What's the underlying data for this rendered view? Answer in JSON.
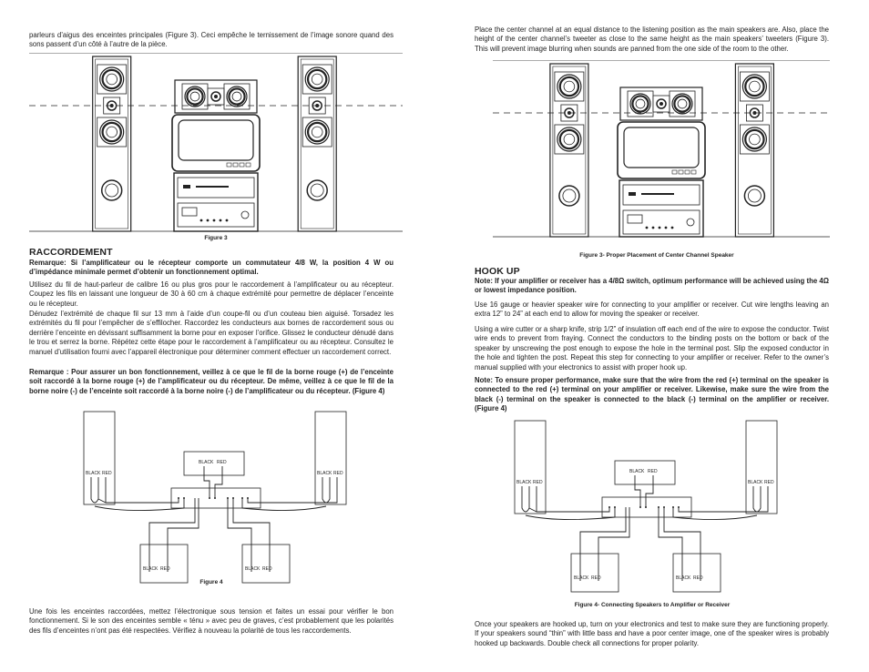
{
  "left": {
    "intro": "parleurs d’aigus des enceintes principales (Figure 3). Ceci empêche le ternissement de l’image sonore quand des sons passent d’un côté à l’autre de la pièce.",
    "fig3_caption": "Figure 3",
    "heading": "RACCORDEMENT",
    "note": "Remarque: Si l’amplificateur ou le récepteur comporte un commutateur 4/8 W, la position 4 W ou d’impédance minimale permet d’obtenir un fonctionnement optimal.",
    "p1": "Utilisez du fil de haut-parleur de calibre 16 ou plus gros pour le raccordement à l’amplificateur ou au récepteur. Coupez les fils en laissant une longueur de 30 à 60 cm à chaque extrémité pour permettre de déplacer l’enceinte ou le récepteur.",
    "p2": "Dénudez l’extrémité de chaque fil sur 13 mm à l’aide d’un coupe-fil ou d’un couteau bien aiguisé. Torsadez les extrémités du fil pour l’empêcher de s’effilocher. Raccordez les conducteurs aux bornes de raccordement sous ou derrière l’enceinte en dévissant suffisamment la borne pour en exposer l’orifice. Glissez le conducteur dénudé dans le trou et serrez la borne. Répétez cette étape pour le raccordement à l’amplificateur ou au récepteur. Consultez le manuel d’utilisation fourni avec l’appareil électronique pour déterminer comment effectuer un raccordement correct.",
    "remark2": "Remarque : Pour assurer un bon fonctionnement, veillez à ce que le fil de la borne rouge (+) de l’enceinte soit raccordé à la borne rouge (+) de l’amplificateur ou du récepteur. De même, veillez à ce que le fil de la borne noire (-) de l’enceinte soit raccordé à la borne noire (-) de l’amplificateur ou du récepteur. (Figure 4)",
    "fig4_caption": "Figure 4",
    "p3": "Une fois les enceintes raccordées, mettez l’électronique sous tension et faites un essai pour vérifier le bon fonctionnement. Si le son des enceintes semble « ténu » avec peu de graves, c’est probablement que les polarités des fils d’enceintes n’ont pas été respectées. Vérifiez à nouveau la polarité de tous les raccordements."
  },
  "right": {
    "intro": "Place the center channel at an equal distance to the listening position as the main speakers are. Also, place the height of the center channel’s tweeter as close to the same height as the main speakers’ tweeters (Figure 3). This will prevent image blurring when sounds are panned from the one side of the room to the other.",
    "fig3_caption": "Figure 3- Proper Placement of Center Channel Speaker",
    "heading": "HOOK UP",
    "note": "Note: If your amplifier or receiver has a 4/8Ω switch, optimum performance will be achieved using the 4Ω or lowest impedance position.",
    "p1": "Use 16 gauge or heavier speaker wire for connecting to your amplifier or receiver. Cut wire lengths leaving an extra 12” to 24” at each end to allow for moving the speaker or receiver.",
    "p2": "Using a wire cutter or a sharp knife, strip 1/2” of insulation off each end of the wire to expose the conductor. Twist wire ends to prevent from fraying. Connect the conductors to the binding posts on the bottom or back of the speaker by unscrewing the post enough to expose the hole in the terminal post. Slip the exposed conductor in the hole and tighten the post. Repeat this step for connecting to your amplifier or receiver. Refer to the owner’s manual supplied with your electronics to assist with proper hook up.",
    "remark2": "Note: To ensure proper performance, make sure that the wire from the red (+) terminal on the speaker is connected to the red (+) terminal on your amplifier or receiver. Likewise, make sure the wire from the black (-) terminal on the speaker is connected to the black (-) terminal on the amplifier or receiver. (Figure 4)",
    "fig4_caption": "Figure 4- Connecting Speakers to Amplifier or Receiver",
    "p3": "Once your speakers are hooked up, turn on your electronics and test to make sure they are functioning properly. If your speakers sound “thin” with little bass and have a poor center image, one of the speaker wires is probably hooked up backwards. Double check all connections for proper polarity."
  },
  "diagram_labels": {
    "black": "BLACK",
    "red": "RED"
  }
}
